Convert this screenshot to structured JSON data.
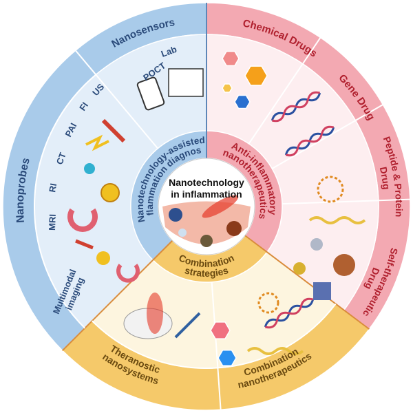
{
  "center": {
    "line1": "Nanotechnology",
    "line2": "in inflammation"
  },
  "diagnosis": {
    "inner_line1": "Nanotechnology-assisted",
    "inner_line2": "inflammation diagnosis",
    "nanosensors": {
      "label": "Nanosensors",
      "items": [
        "POCT",
        "Lab"
      ]
    },
    "nanoprobes": {
      "label": "Nanoprobes",
      "items": [
        "US",
        "FI",
        "PAI",
        "CT",
        "RI",
        "MRI"
      ],
      "multimodal_line1": "Multimodal",
      "multimodal_line2": "imaging"
    }
  },
  "therapy": {
    "inner_line1": "Anti-inflammatory",
    "inner_line2": "nanotherapeutics",
    "categories": [
      "Chemical Drugs",
      "Gene Drug",
      "Peptide & Protein",
      "Drug",
      "Self-therapeutic",
      "Drug"
    ]
  },
  "combination": {
    "inner_line1": "Combination",
    "inner_line2": "strategies",
    "theranostic_line1": "Theranostic",
    "theranostic_line2": "nanosystems",
    "combo_line1": "Combination",
    "combo_line2": "nanotherapeutics"
  },
  "colors": {
    "blue_outer": "#a9cbea",
    "blue_inner": "#e3eef9",
    "blue_dark": "#2a4a7a",
    "red_outer": "#f3a9b2",
    "red_inner": "#fdeef0",
    "red_dark": "#b0202e",
    "yellow_outer": "#f5c96a",
    "yellow_inner": "#fdf5df",
    "yellow_dark": "#6a4a10"
  }
}
